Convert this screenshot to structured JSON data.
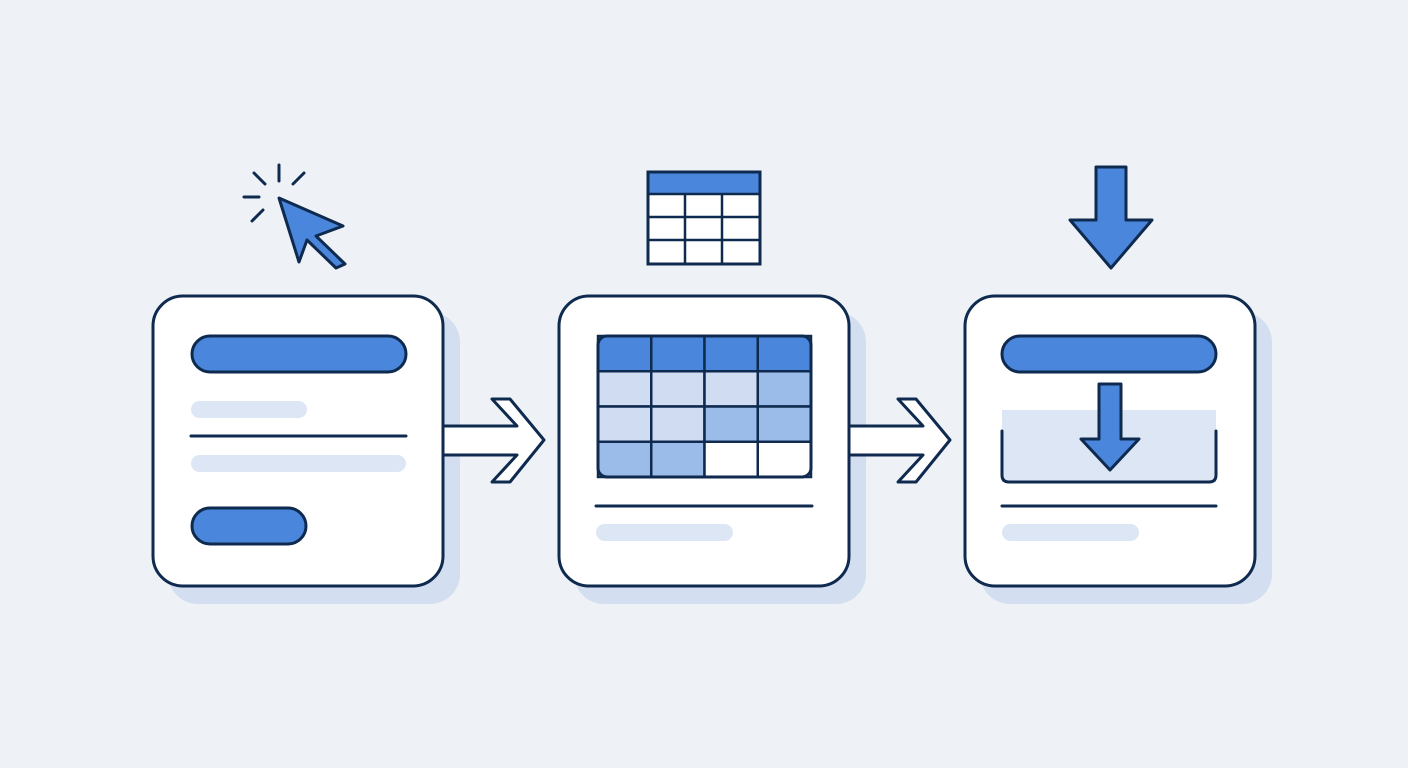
{
  "colors": {
    "background": "#eef2f7",
    "outline": "#0f2a4f",
    "accent": "#4a86dc",
    "accent_light": "#dce6f4",
    "table_tint": "#cfdcf1",
    "table_mid": "#9bbce9",
    "card_fill": "#ffffff",
    "card_shadow": "#d3def0"
  },
  "steps": [
    {
      "name": "form",
      "icon": "cursor-click-icon"
    },
    {
      "name": "table",
      "icon": "table-icon"
    },
    {
      "name": "download",
      "icon": "download-arrow-icon"
    }
  ],
  "connectors": [
    {
      "from": "form",
      "to": "table",
      "icon": "right-arrow-icon"
    },
    {
      "from": "table",
      "to": "download",
      "icon": "right-arrow-icon"
    }
  ]
}
